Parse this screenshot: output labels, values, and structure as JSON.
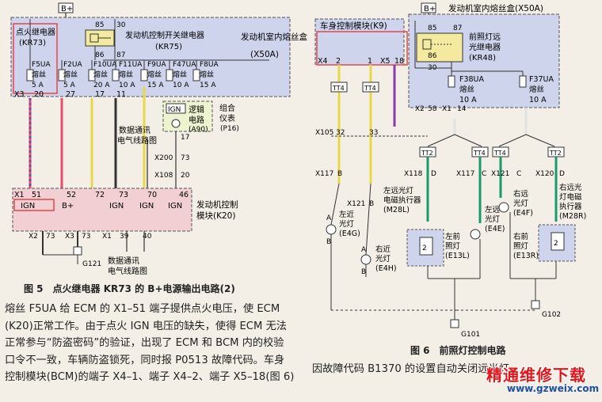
{
  "fig5": {
    "bplus": "B+",
    "x50a_title": "发动机室内熔丝盒",
    "x50a_code": "(X50A)",
    "kr73_name": "点火继电器",
    "kr73_code": "(KR73)",
    "kr75_name": "发动机控制开关继电器",
    "kr75_code": "(KR75)",
    "kr75_pins": [
      "85",
      "30",
      "86",
      "87"
    ],
    "fuses": [
      {
        "name": "F5UA",
        "word": "熔丝",
        "rating": "5 A"
      },
      {
        "name": "F2UA",
        "word": "熔丝",
        "rating": "5 A"
      },
      {
        "name": "F10UA",
        "word": "熔丝",
        "rating": "20 A"
      },
      {
        "name": "F11UA",
        "word": "熔丝",
        "rating": "10 A"
      },
      {
        "name": "F9UA",
        "word": "熔丝",
        "rating": "15 A"
      },
      {
        "name": "F47UA",
        "word": "熔丝",
        "rating": "10 A"
      },
      {
        "name": "F8UA",
        "word": "熔丝",
        "rating": "15 A"
      }
    ],
    "x3_label": "X3",
    "x3_pins": [
      "20",
      "27",
      "17",
      "11"
    ],
    "ign_box": "IGN",
    "logic_label": "逻辑",
    "logic_label2": "电路",
    "a90": "(A90)",
    "cluster_label": "组合",
    "cluster_label2": "仪表",
    "p16": "(P16)",
    "comm_label": "数据通讯",
    "comm_label2": "电气线路图",
    "conn_pins": [
      "17",
      "X200",
      "73",
      "X108",
      "20"
    ],
    "k20_pins": [
      "X1",
      "51",
      "52",
      "72",
      "73",
      "70",
      "46"
    ],
    "k20_labels": [
      "IGN",
      "B+",
      "IGN",
      "IGN",
      "IGN"
    ],
    "k20_name": "发动机控制",
    "k20_name2": "模块(K20)",
    "bottom_pins": [
      "X2",
      "73",
      "X3",
      "73",
      "X1",
      "39",
      "40"
    ],
    "g121": "G121",
    "bottom_comm": "数据通讯",
    "bottom_comm2": "电气线路图"
  },
  "fig5_caption": "图 5　点火继电器 KR73 的 B+电源输出电路(2)",
  "para": [
    "熔丝 F5UA 给 ECM 的 X1–51 端子提供点火电压，使 ECM",
    "(K20)正常工作。由于点火 IGN 电压的缺失，使得 ECM 无法",
    "正常参与“防盗密码”的验证，出现了 ECM 和 BCM 内的校验",
    "口令不一致，车辆防盗锁死，同时报 P0513 故障代码。车身",
    "控制模块(BCM)的端子 X4–1、端子 X4–2、端子 X5–18(图 6)"
  ],
  "fig6": {
    "bplus": "B+",
    "x50a_title": "发动机室内熔丝盒(X50A)",
    "bcm_name": "车身控制模块(K9)",
    "x4": "X4",
    "bcm_pins": [
      "2",
      "1",
      "X5",
      "18"
    ],
    "kr48_pins": [
      "85",
      "30",
      "86",
      "87"
    ],
    "kr48_name": "前照灯远",
    "kr48_name2": "光继电器",
    "kr48_code": "(KR48)",
    "f38": "F38UA",
    "f38_word": "熔丝",
    "f38_rating": "10 A",
    "f37": "F37UA",
    "f37_word": "熔丝",
    "f37_rating": "10 A",
    "x2_pins": [
      "X2",
      "58",
      "X1",
      "14"
    ],
    "tt": "TT4",
    "tt2": "TT2",
    "x105": "X105",
    "x105_pins": [
      "32",
      "33"
    ],
    "x117": "X117",
    "x121": "X121",
    "x118": "X118",
    "x120": "X120",
    "pin_letters": [
      "B",
      "B",
      "D",
      "C",
      "C",
      "D"
    ],
    "lamps": [
      {
        "name1": "左近",
        "name2": "光灯",
        "code": "(E4G)"
      },
      {
        "name1": "右近",
        "name2": "光灯",
        "code": "(E4H)"
      },
      {
        "name1": "左远光灯",
        "name2": "电磁执行器",
        "code": "(M28L)"
      },
      {
        "name1": "左前",
        "name2": "照灯",
        "code": "(E13L)"
      },
      {
        "name1": "左远",
        "name2": "光灯",
        "code": "(E4E)"
      },
      {
        "name1": "右远",
        "name2": "光灯",
        "code": "(E4F)"
      },
      {
        "name1": "右前",
        "name2": "照灯",
        "code": "(E13R)"
      },
      {
        "name1": "右远光",
        "name2": "灯电磁",
        "name3": "执行器",
        "code": "(M28R)"
      }
    ],
    "ab": [
      "A",
      "B"
    ],
    "g101": "G101",
    "g102": "G102"
  },
  "fig6_caption": "图 6　前照灯控制电路",
  "para2": "因故障代码 B1370 的设置自动关闭远光灯",
  "watermark": "精通维修下载",
  "watermark_url": "www.gzweix.com"
}
